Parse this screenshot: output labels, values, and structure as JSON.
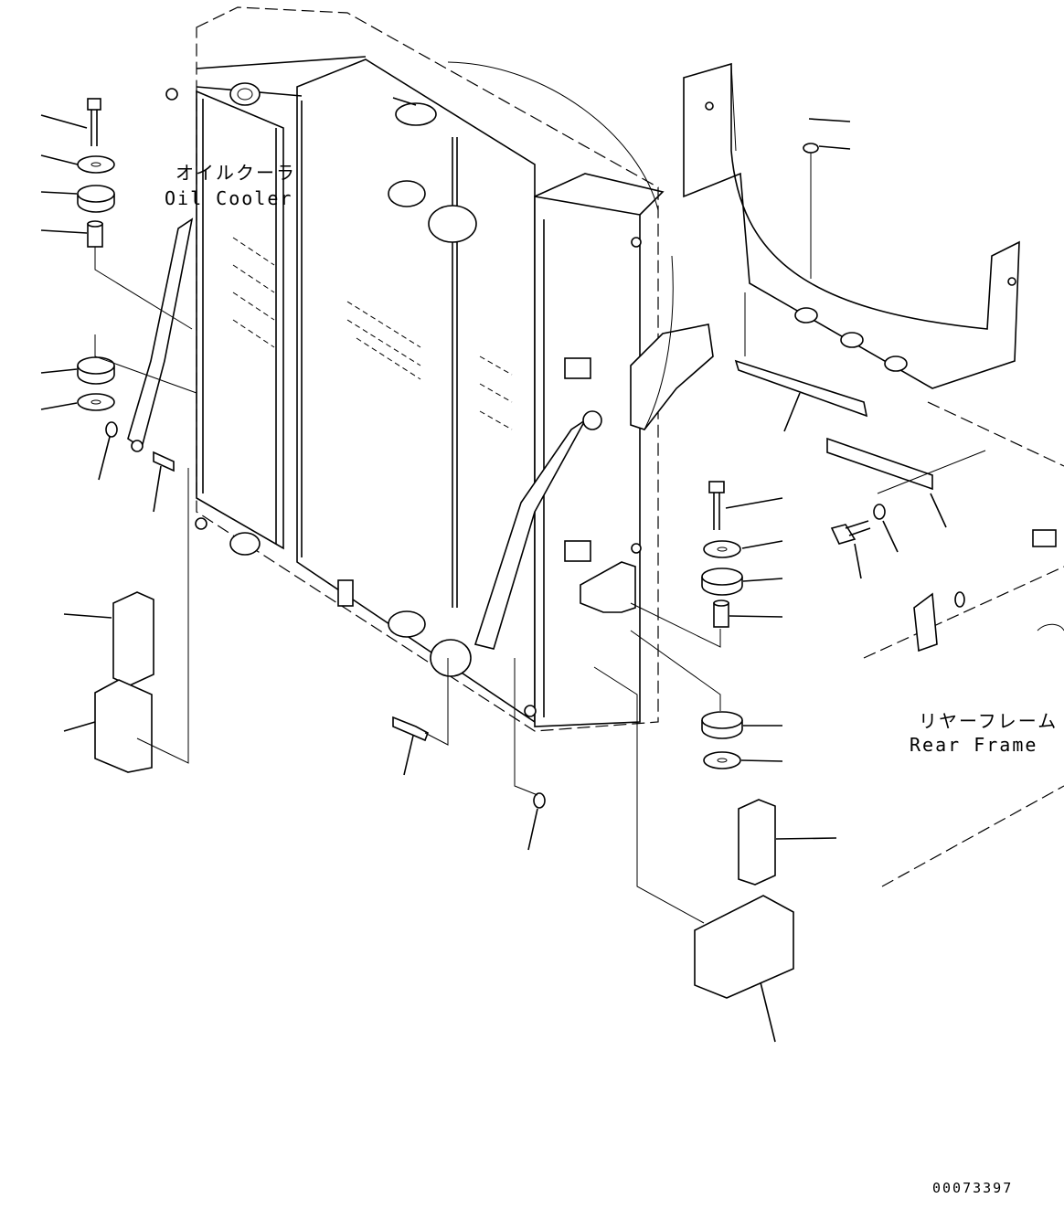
{
  "labels": {
    "oil_cooler_jp": "オイルクーラ",
    "oil_cooler_en": "Oil Cooler",
    "rear_frame_jp": "リヤーフレーム",
    "rear_frame_en": "Rear Frame"
  },
  "drawing_number": "00073397"
}
